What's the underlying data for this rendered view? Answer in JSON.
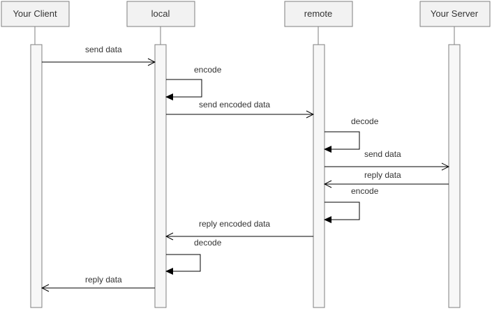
{
  "actors": [
    {
      "id": "client",
      "label": "Your Client"
    },
    {
      "id": "local",
      "label": "local"
    },
    {
      "id": "remote",
      "label": "remote"
    },
    {
      "id": "server",
      "label": "Your Server"
    }
  ],
  "messages": [
    {
      "type": "call",
      "from": "client",
      "to": "local",
      "label": "send data"
    },
    {
      "type": "self",
      "actor": "local",
      "label": "encode"
    },
    {
      "type": "call",
      "from": "local",
      "to": "remote",
      "label": "send encoded data"
    },
    {
      "type": "self",
      "actor": "remote",
      "label": "decode"
    },
    {
      "type": "call",
      "from": "remote",
      "to": "server",
      "label": "send data"
    },
    {
      "type": "return",
      "from": "server",
      "to": "remote",
      "label": "reply data"
    },
    {
      "type": "self",
      "actor": "remote",
      "label": "encode"
    },
    {
      "type": "return",
      "from": "remote",
      "to": "local",
      "label": "reply encoded data"
    },
    {
      "type": "self",
      "actor": "local",
      "label": "decode"
    },
    {
      "type": "return",
      "from": "local",
      "to": "client",
      "label": "reply data"
    }
  ]
}
